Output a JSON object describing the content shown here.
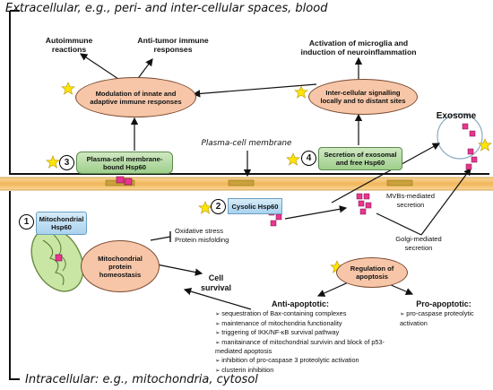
{
  "header": {
    "title": "Extracellular, e.g., peri- and inter-cellular spaces, blood"
  },
  "footer": {
    "title": "Intracellular: e.g., mitochondria, cytosol"
  },
  "extracellular": {
    "autoimmune": "Autoimmune reactions",
    "antitumor": "Anti-tumor immune responses",
    "activation": "Activation of microglia and induction of neuroinflammation",
    "modulation": "Modulation of innate and adaptive immune responses",
    "signalling": "Inter-cellular signalling locally and to distant sites",
    "exosome": "Exosome",
    "membrane_label": "Plasma-cell membrane"
  },
  "boxes": {
    "b3_num": "3",
    "b3": "Plasma-cell membrane-bound Hsp60",
    "b4_num": "4",
    "b4": "Secretion of exosomal and free Hsp60",
    "b2_num": "2",
    "b2": "Cysolic Hsp60",
    "b1_num": "1",
    "b1": "Mitochondrial Hsp60"
  },
  "intracellular": {
    "mvbs": "MVBs-mediated secretion",
    "golgi": "Golgi-mediated secretion",
    "oxidative": "Oxidative stress",
    "misfolding": "Protein misfolding",
    "mito_homeo": "Mitochondrial protein homeostasis",
    "cell_survival": "Cell survival",
    "regulation": "Regulation of apoptosis",
    "anti_title": "Anti-apoptotic:",
    "pro_title": "Pro-apoptotic:",
    "anti_items": [
      "sequestration of Bax-containing complexes",
      "maintenance of mitochondria functionality",
      "triggering of IKK/NF-κB survival pathway",
      "manitainance of mitochondrial survivin and block of p53-mediated apoptosis",
      "inhibition of pro-caspase 3 proteolytic  activation",
      "clusterin inhibition"
    ],
    "pro_items": [
      "pro-caspase proteolytic activation"
    ]
  },
  "colors": {
    "ellipse": "#f7c6a8",
    "green_box": "#a8d496",
    "blue_box": "#b3d8f0",
    "membrane": "#f6c878",
    "hsp60": "#e8368f",
    "star": "#ffe600"
  }
}
